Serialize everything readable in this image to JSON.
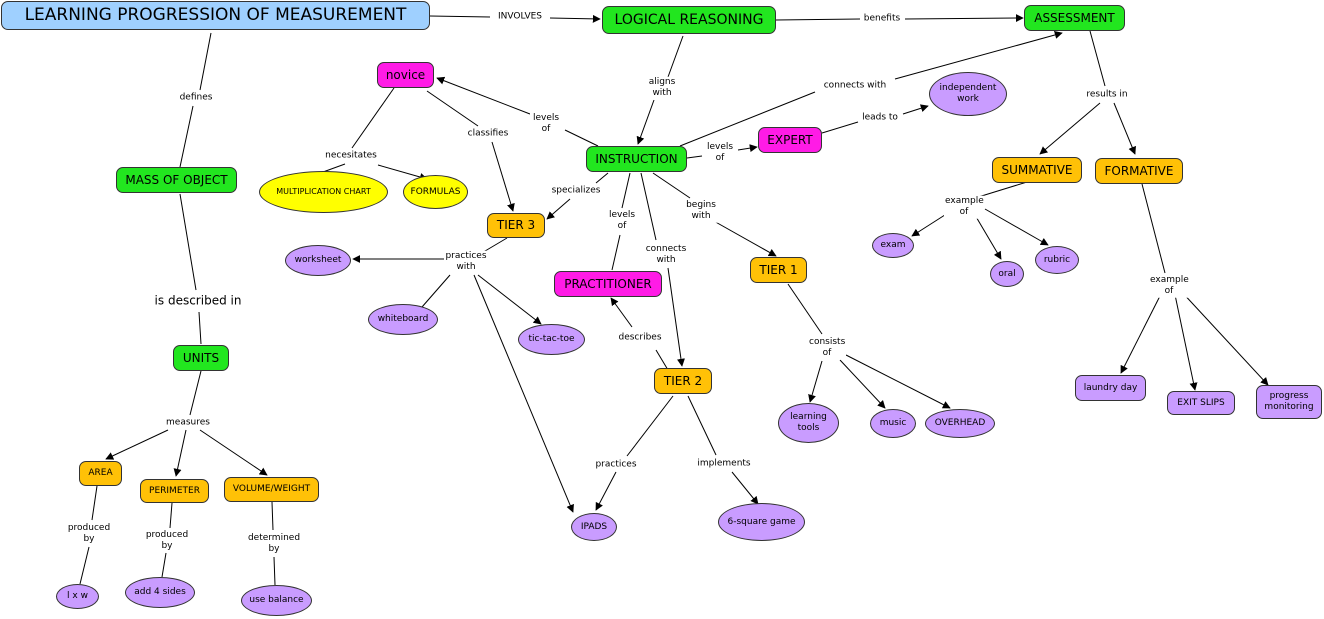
{
  "colors": {
    "blue": "#9fd0ff",
    "green": "#22e61f",
    "magenta": "#ff1be6",
    "orange": "#ffc107",
    "yellow": "#ffff00",
    "purple": "#c99cff"
  },
  "nodes": {
    "learning_progression": "LEARNING PROGRESSION OF MEASUREMENT",
    "logical_reasoning": "LOGICAL REASONING",
    "assessment": "ASSESSMENT",
    "novice": "novice",
    "instruction": "INSTRUCTION",
    "expert": "EXPERT",
    "independent_work": "independent work",
    "mass_of_object": "MASS OF OBJECT",
    "multiplication_chart": "MULTIPLICATION CHART",
    "formulas": "FORMULAS",
    "tier3": "TIER 3",
    "summative": "SUMMATIVE",
    "formative": "FORMATIVE",
    "worksheet": "worksheet",
    "practitioner": "PRACTITIONER",
    "tier1": "TIER 1",
    "exam": "exam",
    "rubric": "rubric",
    "oral": "oral",
    "whiteboard": "whiteboard",
    "tic_tac_toe": "tic-tac-toe",
    "units": "UNITS",
    "tier2": "TIER 2",
    "laundry_day": "laundry day",
    "exit_slips": "EXIT SLIPS",
    "progress_monitoring": "progress monitoring",
    "learning_tools": "learning tools",
    "music": "music",
    "overhead": "OVERHEAD",
    "area": "AREA",
    "perimeter": "PERIMETER",
    "volume_weight": "VOLUME/WEIGHT",
    "ipads": "IPADS",
    "six_square_game": "6-square game",
    "lxw": "l x w",
    "add_4_sides": "add 4 sides",
    "use_balance": "use balance"
  },
  "links": {
    "involves": "INVOLVES",
    "benefits": "benefits",
    "defines": "defines",
    "aligns_with": "aligns with",
    "levels_of_novice": "levels of",
    "classifies": "classifies",
    "necesitates": "necesitates",
    "connects_with_assessment": "connects with",
    "levels_of_expert": "levels of",
    "leads_to": "leads to",
    "results_in": "results in",
    "specializes": "specializes",
    "levels_of_practitioner": "levels of",
    "connects_with_tier2": "connects with",
    "begins_with": "begins with",
    "practices_with": "practices with",
    "example_of_summative": "example of",
    "example_of_formative": "example of",
    "is_described_in": "is described in",
    "describes": "describes",
    "consists_of": "consists of",
    "measures": "measures",
    "practices": "practices",
    "implements": "implements",
    "produced_by_area": "produced by",
    "produced_by_perimeter": "produced by",
    "determined_by": "determined by"
  }
}
